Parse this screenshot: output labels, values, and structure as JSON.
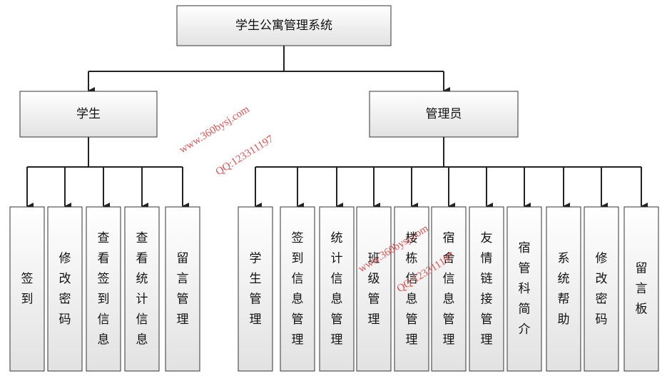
{
  "title": "学生公寓管理系统",
  "roles": [
    {
      "label": "学生",
      "functions": [
        "签到",
        "修改密码",
        "查看签到信息",
        "查看统计信息",
        "留言管理"
      ]
    },
    {
      "label": "管理员",
      "functions": [
        "学生管理",
        "签到信息管理",
        "统计信息管理",
        "班级管理",
        "楼栋信息管理",
        "宿舍信息管理",
        "友情链接管理",
        "宿管科简介",
        "系统帮助",
        "修改密码",
        "留言板"
      ]
    }
  ],
  "watermarks": [
    {
      "site": "www.360bysj.com",
      "qq": "QQ:123311197"
    },
    {
      "site": "www.360bysj.com",
      "qq": "QQ:123311197"
    }
  ],
  "colors": {
    "box_fill_top": "#ffffff",
    "box_fill_bottom": "#e2e2e2",
    "border": "#333333",
    "watermark": "#e05050"
  }
}
